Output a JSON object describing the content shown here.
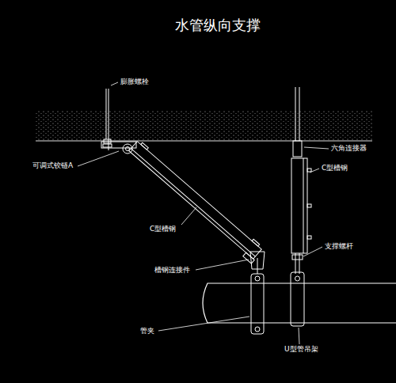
{
  "diagram": {
    "title": "水管纵向支撑",
    "labels": [
      "膨胀螺栓",
      "可调式铰链A",
      "C型槽钢",
      "槽钢连接件",
      "管夹",
      "六角连接器",
      "C型槽钢",
      "支撑螺杆",
      "U型管吊架"
    ]
  }
}
